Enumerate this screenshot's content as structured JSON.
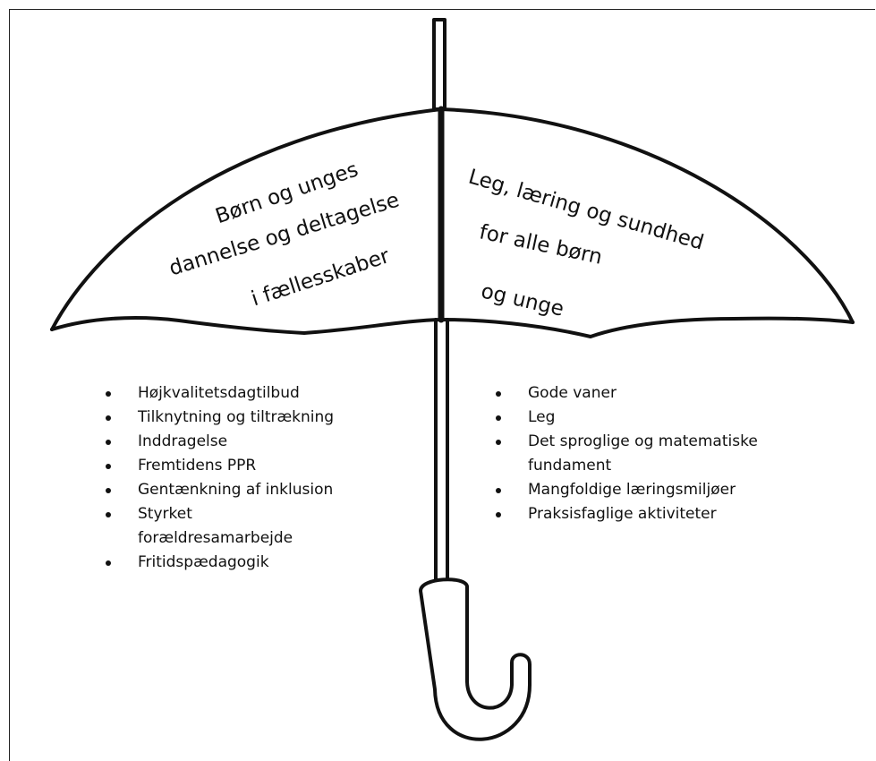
{
  "canopy_left": {
    "line1": "Børn og unges",
    "line2": "dannelse og deltagelse",
    "line3": "i fællesskaber"
  },
  "canopy_right": {
    "line1": "Leg, læring og sundhed",
    "line2": "for alle børn",
    "line3": "og unge"
  },
  "list_left": {
    "items": [
      "Højkvalitetsdagtilbud",
      "Tilknytning og tiltrækning",
      "Inddragelse",
      "Fremtidens PPR",
      "Gentænkning af inklusion",
      "Styrket forældresamarbejde",
      "Fritidspædagogik"
    ]
  },
  "list_right": {
    "items": [
      "Gode vaner",
      "Leg",
      "Det sproglige og matematiske fundament",
      "Mangfoldige læringsmiljøer",
      "Praksisfaglige aktiviteter"
    ]
  }
}
